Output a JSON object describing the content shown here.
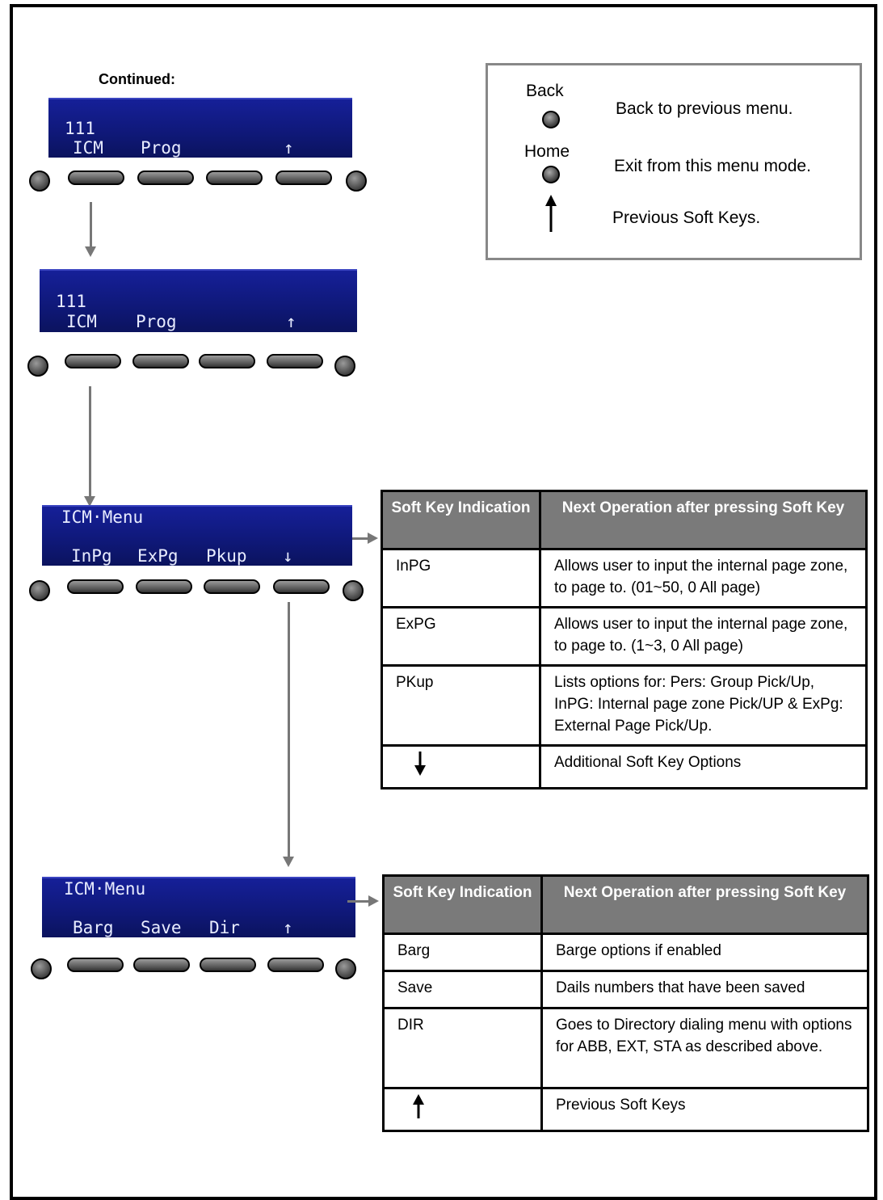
{
  "continued_label": "Continued:",
  "screens": [
    {
      "id": "s1",
      "line1": "111",
      "keys": [
        "ICM",
        "Prog",
        "",
        "↑"
      ]
    },
    {
      "id": "s2",
      "line1": "111",
      "keys": [
        "ICM",
        "Prog",
        "",
        "↑"
      ]
    },
    {
      "id": "s3",
      "line1": "ICM·Menu",
      "keys": [
        "InPg",
        "ExPg",
        "Pkup",
        "↓"
      ]
    },
    {
      "id": "s4",
      "line1": "ICM·Menu",
      "keys": [
        "Barg",
        "Save",
        "Dir",
        "↑"
      ]
    }
  ],
  "legend": {
    "back_label": "Back",
    "back_desc": "Back to previous menu.",
    "home_label": "Home",
    "home_desc": "Exit from this menu mode.",
    "up_desc": "Previous Soft Keys."
  },
  "table1": {
    "header_col1": "Soft Key Indication",
    "header_col2": "Next Operation after pressing Soft Key",
    "rows": [
      {
        "key": "InPG",
        "desc": "Allows user to input the internal page zone, to page to. (01~50, 0 All page)"
      },
      {
        "key": "ExPG",
        "desc": "Allows user to input the internal page zone, to page to. (1~3, 0 All page)"
      },
      {
        "key": "PKup",
        "desc": "Lists options for: Pers: Group Pick/Up, InPG: Internal page zone Pick/UP & ExPg: External Page Pick/Up."
      },
      {
        "key": "",
        "icon": "down-arrow",
        "desc": "Additional Soft Key Options"
      }
    ]
  },
  "table2": {
    "header_col1": "Soft Key Indication",
    "header_col2": "Next Operation after pressing Soft Key",
    "rows": [
      {
        "key": "Barg",
        "desc": "Barge options if enabled"
      },
      {
        "key": "Save",
        "desc": "Dails  numbers that have been saved"
      },
      {
        "key": "DIR",
        "desc": "Goes to Directory dialing menu with options for ABB, EXT, STA as described above."
      },
      {
        "key": "",
        "icon": "up-arrow",
        "desc": "Previous Soft Keys"
      }
    ]
  }
}
